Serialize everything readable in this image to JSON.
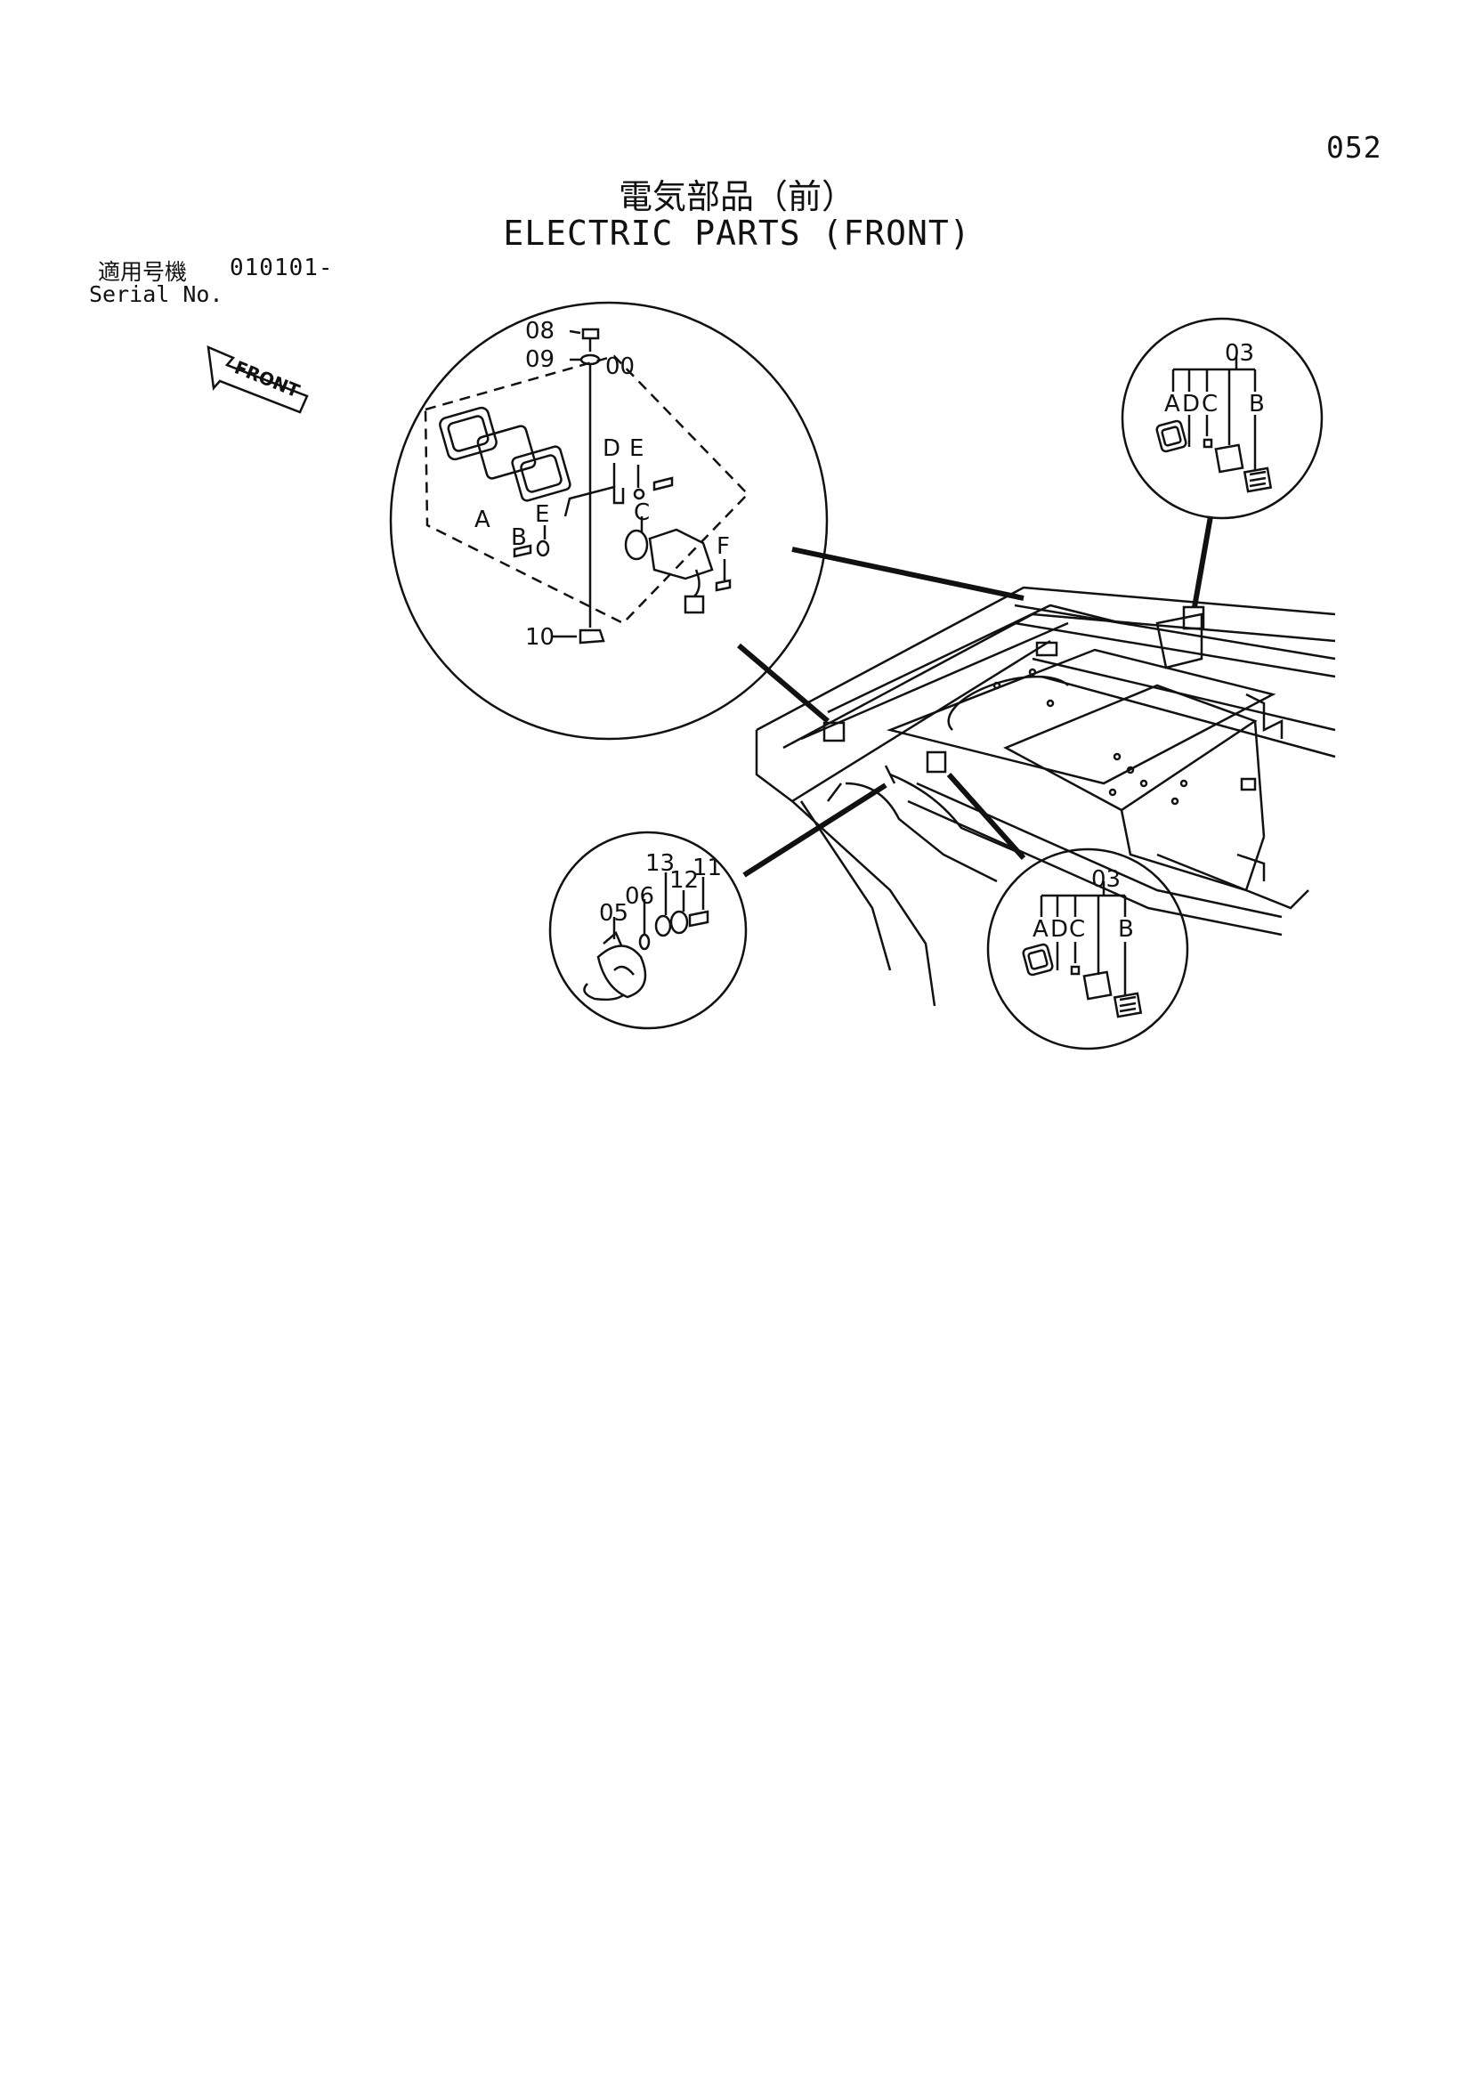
{
  "page_number": "052",
  "title_jp": "電気部品（前）",
  "title_en": "ELECTRIC PARTS (FRONT)",
  "serial": {
    "label_jp": "適用号機",
    "number": "010101-",
    "label_en": "Serial No."
  },
  "front_arrow": "FRONT",
  "callouts": {
    "lamp": {
      "p08": "08",
      "p09": "09",
      "p00": "00",
      "p10": "10",
      "A": "A",
      "B": "B",
      "C": "C",
      "D": "D",
      "E1": "E",
      "E2": "E",
      "F": "F"
    },
    "connector_top": {
      "p03": "03",
      "A": "A",
      "D": "D",
      "C": "C",
      "B": "B"
    },
    "connector_bottom": {
      "p03": "03",
      "A": "A",
      "D": "D",
      "C": "C",
      "B": "B"
    },
    "horn": {
      "p05": "05",
      "p06": "06",
      "p13": "13",
      "p12": "12",
      "p11": "11"
    }
  }
}
